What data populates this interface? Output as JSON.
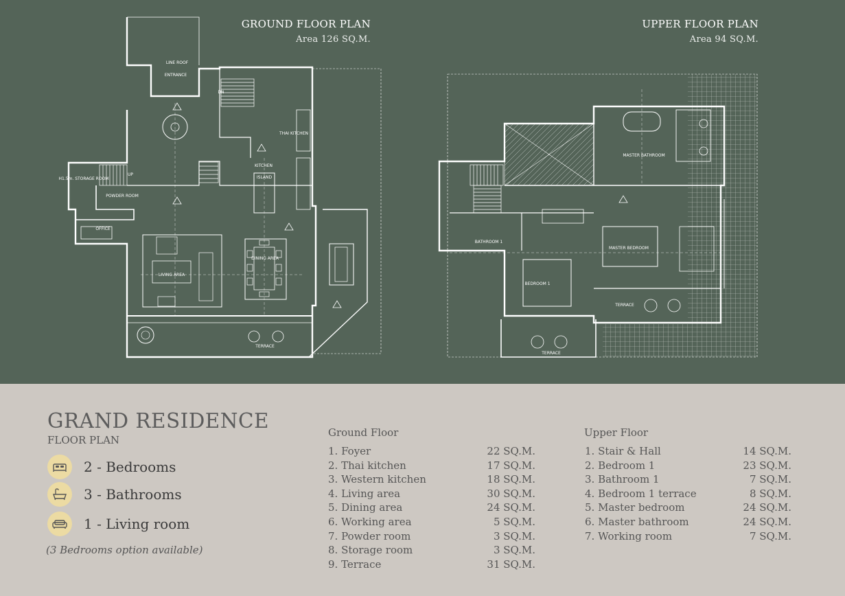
{
  "plans": [
    {
      "title": "GROUND FLOOR PLAN",
      "area": "Area 126 SQ.M."
    },
    {
      "title": "UPPER FLOOR PLAN",
      "area": "Area 94 SQ.M."
    }
  ],
  "ground_labels": {
    "entrance": "ENTRANCE",
    "line_roof": "LINE ROOF",
    "kitchen": "KITCHEN",
    "storage": "H1.5m. STORAGE ROOM",
    "powder": "POWDER ROOM",
    "office": "OFFICE",
    "living": "LIVING AREA",
    "dining": "DINING AREA",
    "terrace": "TERRACE",
    "island": "ISLAND",
    "thai_kitchen": "THAI KITCHEN",
    "up": "UP",
    "dn": "DN"
  },
  "upper_labels": {
    "master_bath": "MASTER BATHROOM",
    "bathroom1": "BATHROOM 1",
    "master_bed": "MASTER BEDROOM",
    "bedroom1": "BEDROOM 1",
    "terrace1": "TERRACE",
    "terrace2": "TERRACE"
  },
  "brand": {
    "name": "GRAND RESIDENCE",
    "subtitle": "FLOOR PLAN"
  },
  "features": [
    {
      "icon": "bed-icon",
      "label": "2 - Bedrooms"
    },
    {
      "icon": "bathtub-icon",
      "label": "3 - Bathrooms"
    },
    {
      "icon": "sofa-icon",
      "label": "1 - Living room"
    }
  ],
  "note": "(3 Bedrooms option available)",
  "ground_floor": {
    "heading": "Ground Floor",
    "rooms": [
      {
        "name": "1. Foyer",
        "area": "22 SQ.M."
      },
      {
        "name": "2. Thai kitchen",
        "area": "17 SQ.M."
      },
      {
        "name": "3. Western kitchen",
        "area": "18 SQ.M."
      },
      {
        "name": "4. Living area",
        "area": "30 SQ.M."
      },
      {
        "name": "5. Dining area",
        "area": "24 SQ.M."
      },
      {
        "name": "6. Working area",
        "area": "5 SQ.M."
      },
      {
        "name": "7. Powder room",
        "area": "3 SQ.M."
      },
      {
        "name": "8. Storage room",
        "area": "3 SQ.M."
      },
      {
        "name": "9. Terrace",
        "area": "31 SQ.M."
      }
    ]
  },
  "upper_floor": {
    "heading": "Upper Floor",
    "rooms": [
      {
        "name": "1. Stair & Hall",
        "area": "14 SQ.M."
      },
      {
        "name": "2. Bedroom 1",
        "area": "23 SQ.M."
      },
      {
        "name": "3. Bathroom 1",
        "area": "7 SQ.M."
      },
      {
        "name": "4. Bedroom 1 terrace",
        "area": "8 SQ.M."
      },
      {
        "name": "5. Master bedroom",
        "area": "24 SQ.M."
      },
      {
        "name": "6. Master bathroom",
        "area": "24 SQ.M."
      },
      {
        "name": "7. Working room",
        "area": "7 SQ.M."
      }
    ]
  },
  "colors": {
    "panel": "#546458",
    "beige": "#cdc8c2",
    "icon_circle": "#ecdba3",
    "line": "#ffffff"
  }
}
